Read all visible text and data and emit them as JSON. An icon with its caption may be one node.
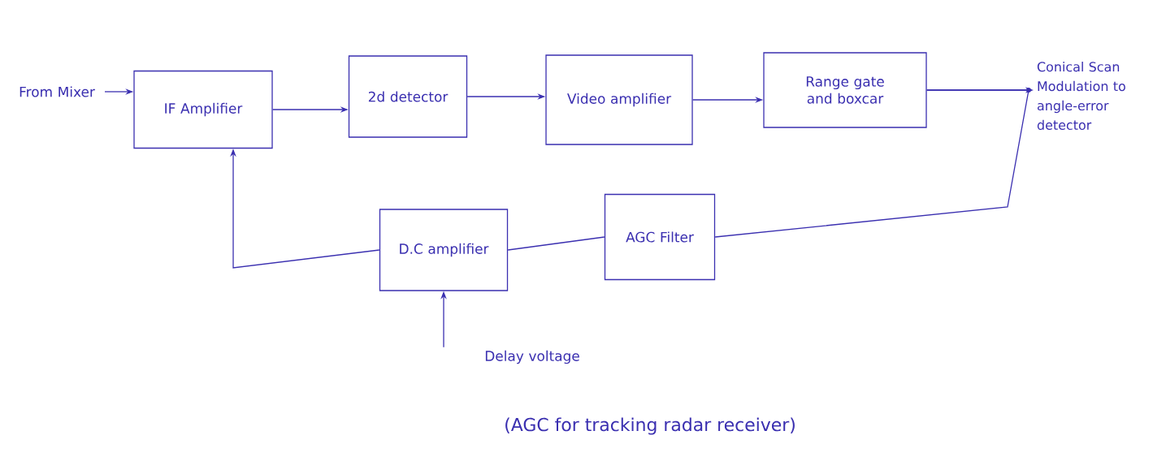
{
  "diagram": {
    "caption": "(AGC for tracking radar receiver)",
    "nodes": [
      {
        "text": [
          "From Mixer"
        ]
      },
      {
        "text": [
          "IF Amplifier"
        ]
      },
      {
        "text": [
          "2d detector"
        ]
      },
      {
        "text": [
          "Video amplifier"
        ]
      },
      {
        "text": [
          "Range gate and boxcar"
        ]
      },
      {
        "text": [
          "Conical Scan Modulation to angle-error detector"
        ]
      },
      {
        "text": [
          "D.C amplifier"
        ]
      },
      {
        "text": [
          "AGC Filter"
        ]
      },
      {
        "text": [
          "Delay voltage"
        ]
      }
    ],
    "edges": [
      {
        "from": 0,
        "to": 1,
        "arrow": "to"
      },
      {
        "from": 1,
        "to": 2,
        "arrow": "to"
      },
      {
        "from": 2,
        "to": 3,
        "arrow": "to"
      },
      {
        "from": 3,
        "to": 4,
        "arrow": "to"
      },
      {
        "from": 4,
        "to": 5,
        "arrow": "to"
      },
      {
        "from": 4,
        "to": 7,
        "arrow": "none"
      },
      {
        "from": 7,
        "to": 6,
        "arrow": "none"
      },
      {
        "from": 6,
        "to": 1,
        "arrow": "to"
      },
      {
        "from": 8,
        "to": 6,
        "arrow": "to"
      }
    ]
  }
}
